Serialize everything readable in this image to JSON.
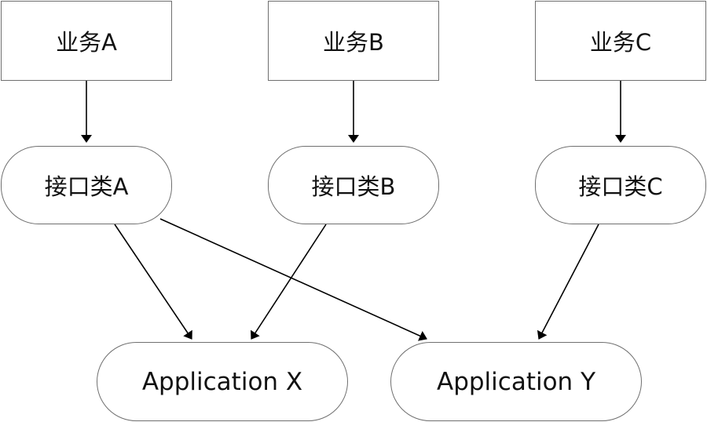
{
  "business_nodes": [
    {
      "label": "业务A"
    },
    {
      "label": "业务B"
    },
    {
      "label": "业务C"
    }
  ],
  "interface_nodes": [
    {
      "label": "接口类A"
    },
    {
      "label": "接口类B"
    },
    {
      "label": "接口类C"
    }
  ],
  "application_nodes": [
    {
      "label": "Application X"
    },
    {
      "label": "Application Y"
    }
  ],
  "edges": [
    {
      "from": "业务A",
      "to": "接口类A"
    },
    {
      "from": "业务B",
      "to": "接口类B"
    },
    {
      "from": "业务C",
      "to": "接口类C"
    },
    {
      "from": "接口类A",
      "to": "Application X"
    },
    {
      "from": "接口类A",
      "to": "Application Y"
    },
    {
      "from": "接口类B",
      "to": "Application X"
    },
    {
      "from": "接口类C",
      "to": "Application Y"
    }
  ],
  "colors": {
    "stroke": "#6f6f6f",
    "arrow": "#000000",
    "fill": "#ffffff"
  }
}
